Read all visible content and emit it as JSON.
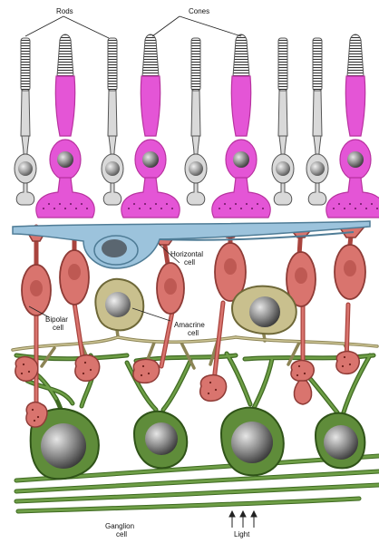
{
  "labels": {
    "rods": "Rods",
    "cones": "Cones",
    "horizontal_line1": "Horizontal",
    "horizontal_line2": "cell",
    "bipolar_line1": "Bipolar",
    "bipolar_line2": "cell",
    "amacrine_line1": "Amacrine",
    "amacrine_line2": "cell",
    "ganglion_line1": "Ganglion",
    "ganglion_line2": "cell",
    "light": "Light"
  },
  "colors": {
    "cone": "#e455d6",
    "cone_dark": "#b8329f",
    "rod": "#d9d9d9",
    "rod_outline": "#555555",
    "horizontal": "#9cc3dc",
    "bipolar": "#d9746e",
    "bipolar_dark": "#a9443e",
    "amacrine": "#c9c08e",
    "ganglion": "#5f8c3a",
    "ganglion_dark": "#3f6a22",
    "nucleus": "#6a6a6a",
    "nucleus_light": "#d6d6d6",
    "fiber": "#5f8c3a",
    "arrow": "#222222"
  }
}
